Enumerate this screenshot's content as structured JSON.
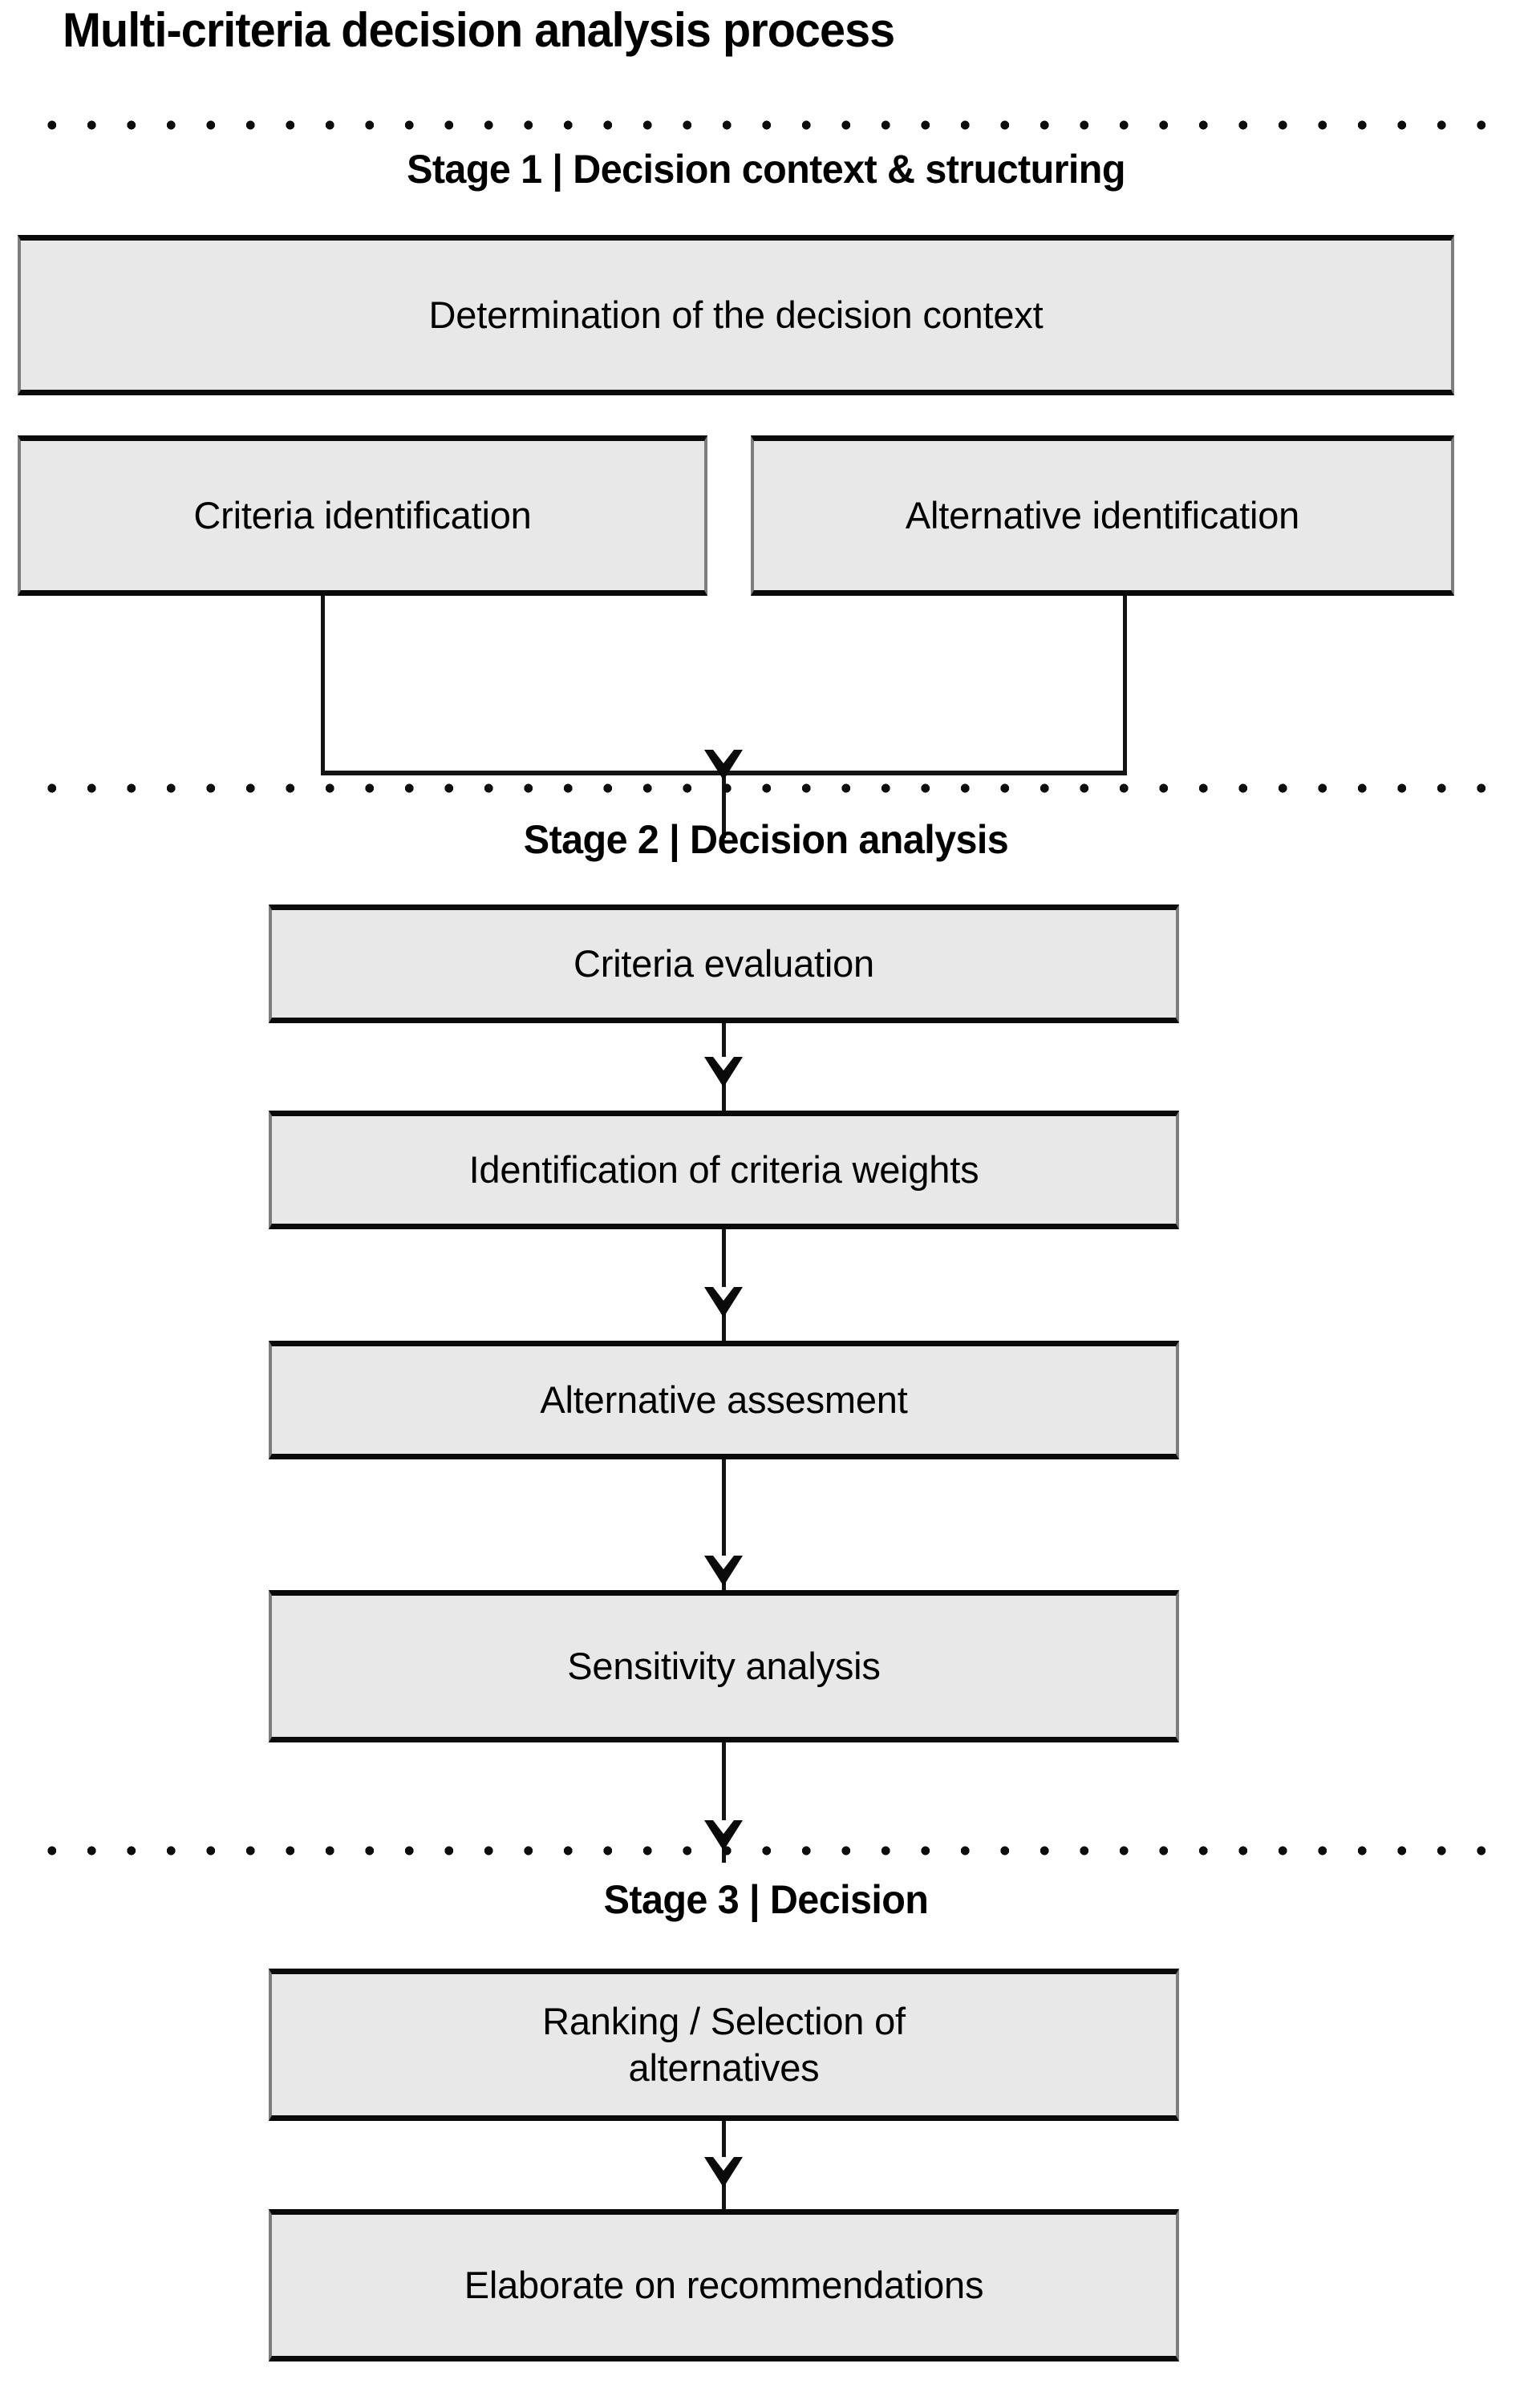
{
  "title": "Multi-criteria decision analysis process",
  "colors": {
    "box_fill": "#E8E8E8",
    "box_edge_dark": "#0A0A0A",
    "box_edge_side": "#7D7D7D",
    "line": "#141414",
    "background": "#FFFFFF",
    "text": "#000000"
  },
  "stages": [
    {
      "heading": "Stage 1 | Decision context & structuring",
      "boxes": [
        {
          "label": "Determination of the decision context"
        },
        {
          "label": "Criteria identification"
        },
        {
          "label": "Alternative identification"
        }
      ]
    },
    {
      "heading": "Stage 2 | Decision analysis",
      "boxes": [
        {
          "label": "Criteria evaluation"
        },
        {
          "label": "Identification of criteria weights"
        },
        {
          "label": "Alternative assesment"
        },
        {
          "label": "Sensitivity analysis"
        }
      ]
    },
    {
      "heading": "Stage 3 | Decision",
      "boxes": [
        {
          "label": "Ranking / Selection  of\nalternatives"
        },
        {
          "label": "Elaborate on recommendations"
        }
      ]
    }
  ]
}
